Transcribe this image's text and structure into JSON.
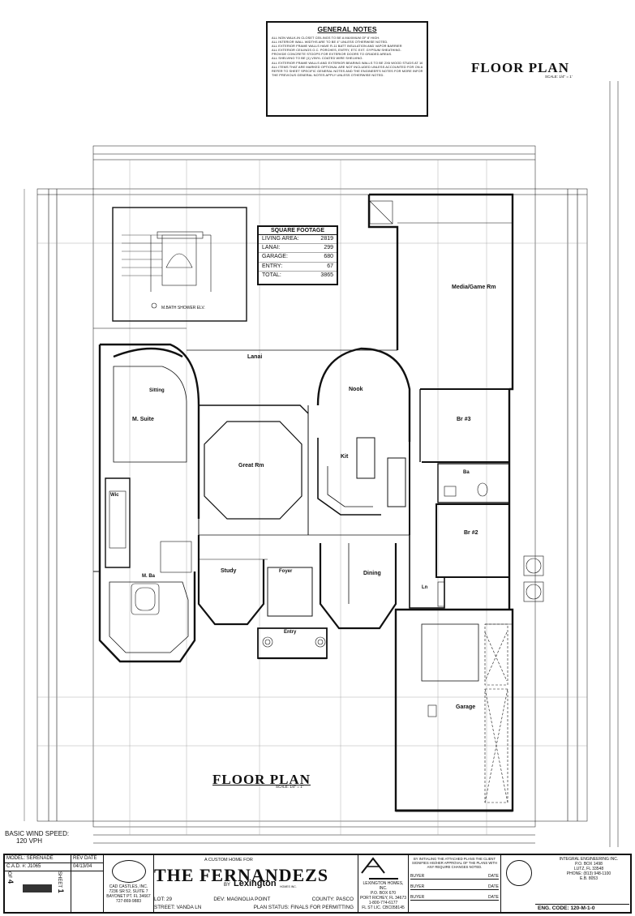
{
  "general_notes": {
    "title": "GENERAL NOTES",
    "lines": [
      "ALL NON WALK-IN CLOSET CEILINGS TO BE A MAXIMUM OF 8' HIGH.",
      "ALL INTERIOR WALL WIDTHS ARE TO BE 4\" UNLESS OTHERWISE NOTED.",
      "ALL EXTERIOR FRAME WALLS HAVE R-11 BATT INSULATION AND VAPOR BARRIER",
      "ALL EXTERIOR CEILINGS O.C. PORCHES, ENTRY, ETC EXT. GYPSUM SHEATHING.",
      "PROVIDE CONCRETE STOOPS FOR EXTERIOR DOORS TO GRADED AREAS.",
      "ALL SHELVING TO BE (1) VINYL COATED WIRE SHELVING.",
      "ALL EXTERIOR FRAME WALLS AND EXTERIOR BEARING WALLS TO BE 2X6 WOOD STUDS AT 16\" O.C.",
      "ALL ITEMS THAT ARE MARKED OPTIONAL ARE NOT INCLUDED UNLESS ACCOUNTED FOR ON AN ADDENDUM.",
      "REFER TO SHEET SPECIFIC GENERAL NOTES AND THE ENGINEER'S NOTES FOR MORE INFORMATION.",
      "THE PREVIOUS GENERAL NOTES APPLY UNLESS OTHERWISE NOTED."
    ]
  },
  "floor_plan_title": "FLOOR PLAN",
  "floor_plan_scale": "SCALE: 1/4\" = 1'",
  "square_footage": {
    "title": "SQUARE FOOTAGE",
    "rows": [
      {
        "label": "LIVING AREA:",
        "value": "2819"
      },
      {
        "label": "LANAI:",
        "value": "299"
      },
      {
        "label": "GARAGE:",
        "value": "680"
      },
      {
        "label": "ENTRY:",
        "value": "67"
      },
      {
        "label": "TOTAL:",
        "value": "3865"
      }
    ]
  },
  "shower_elevation_label": "M.BATH SHOWER ELV.",
  "rooms": {
    "media": "Media/Game Rm",
    "lanai": "Lanai",
    "nook": "Nook",
    "sitting": "Sitting",
    "m_suite": "M. Suite",
    "great_rm": "Great Rm",
    "kit": "Kit",
    "br3": "Br #3",
    "ba": "Ba",
    "br2": "Br #2",
    "wic": "Wic",
    "m_ba": "M. Ba",
    "study": "Study",
    "foyer": "Foyer",
    "dining": "Dining",
    "ln": "Ln",
    "entry": "Entry",
    "garage": "Garage"
  },
  "wind_speed": {
    "line1": "BASIC WIND SPEED:",
    "line2": "120 VPH"
  },
  "title_block": {
    "model": "MODEL: SERENADE",
    "cad": "C.A.D. #: J1065",
    "rev_date_label": "REV DATE",
    "rev_date": "04/13/04",
    "sheet_label": "SHEET",
    "sheet_num": "1",
    "of_label": "OF",
    "of_num": "4",
    "designer": "CAD CASTLES, INC.",
    "designer_addr1": "7236 SR 52, SUITE 7",
    "designer_addr2": "BAYONET PT. FL 34667",
    "designer_phone": "727-869-9883",
    "custom_home": "A CUSTOM HOME FOR",
    "project_title": "THE FERNANDEZS",
    "by": "BY",
    "builder": "Lexington",
    "builder_sub": "HOMES INC.",
    "lot": "LOT: 29",
    "dev": "DEV: MAGNOLIA POINT",
    "county": "COUNTY: PASCO",
    "street": "STREET: VANDA LN",
    "plan_status": "PLAN STATUS: FINALS FOR PERMITTING",
    "builder_addr": "LEXINGTON HOMES, INC.",
    "builder_box": "P.O. BOX 670",
    "builder_city": "PORT RICHEY, FL 34673",
    "builder_phone": "1-800-774-6177",
    "builder_lic": "FL ST LIC. CBC058145",
    "approval_text": "BY INITIALING THE ATTACHED PLANS THE CLIENT SIGNIFIES HIS/HER APPROVAL OF THE PLANS WITH ANY REQUIRE CHANGES NOTED.",
    "buyer_label": "BUYER",
    "date_label": "DATE",
    "engineer": "INTEGRAL ENGINEERING INC.",
    "engineer_box": "P.O. BOX 1498",
    "engineer_city": "LUTZ, FL 33548",
    "engineer_phone": "PHONE: (813) 948-1100",
    "engineer_fl": "E.B. 8053",
    "eng_code": "ENG. CODE: 120-M-1-0"
  }
}
